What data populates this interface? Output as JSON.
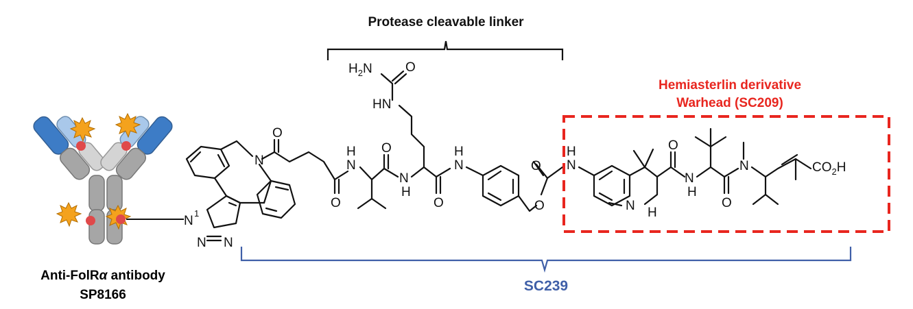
{
  "labels": {
    "linker_title": "Protease cleavable linker",
    "warhead_line1": "Hemiasterlin derivative",
    "warhead_line2": "Warhead (SC209)",
    "antibody_line1_prefix": "Anti-FolR",
    "antibody_line1_alpha": "α",
    "antibody_line1_suffix": " antibody",
    "antibody_line2": "SP8166",
    "compound": "SC239"
  },
  "atoms": {
    "h2n_h": "H",
    "h2n_2": "2",
    "h2n_n": "N",
    "o": "O",
    "hn": "HN",
    "n": "N",
    "h": "H",
    "co2h_co": "CO",
    "co2h_2": "2",
    "co2h_h": "H",
    "nh": "NH",
    "n1": "N"
  },
  "colors": {
    "warhead_red": "#e8261f",
    "compound_blue": "#3f5fa8",
    "antibody_dark_blue": "#3d7cc6",
    "antibody_light_blue": "#a9c8ea",
    "antibody_gray": "#a6a6a6",
    "payload_orange": "#f4a21d",
    "conjugation_red": "#e0494a"
  }
}
